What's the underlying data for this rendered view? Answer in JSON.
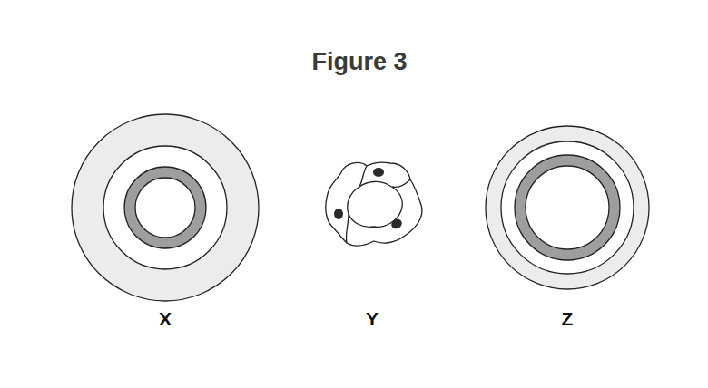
{
  "diagram": {
    "title": "Figure 3",
    "labels": [
      "X",
      "Y",
      "Z"
    ]
  }
}
